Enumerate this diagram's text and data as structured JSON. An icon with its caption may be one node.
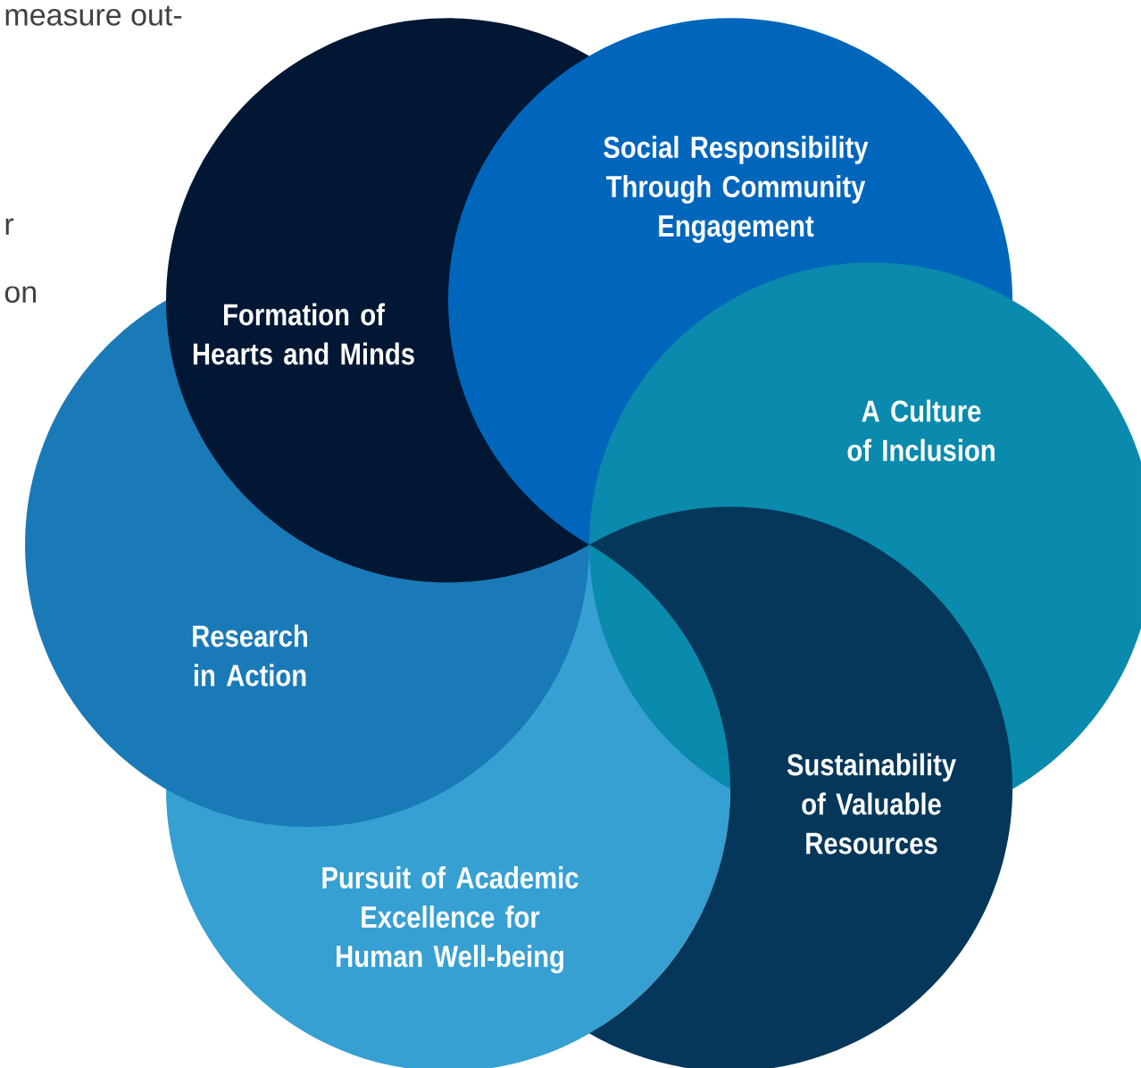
{
  "diagram": {
    "nodes": [
      {
        "text": [
          "Formation of Hearts and Minds"
        ]
      },
      {
        "text": [
          "Social Responsibility Through Community Engagement"
        ]
      },
      {
        "text": [
          "A Culture of Inclusion"
        ]
      },
      {
        "text": [
          "Research in Action"
        ]
      },
      {
        "text": [
          "Sustainability of Valuable Resources"
        ]
      },
      {
        "text": [
          "Pursuit of Academic Excellence for Human Well-being"
        ]
      }
    ],
    "labels": [
      "measure out-",
      "r",
      "on"
    ]
  }
}
